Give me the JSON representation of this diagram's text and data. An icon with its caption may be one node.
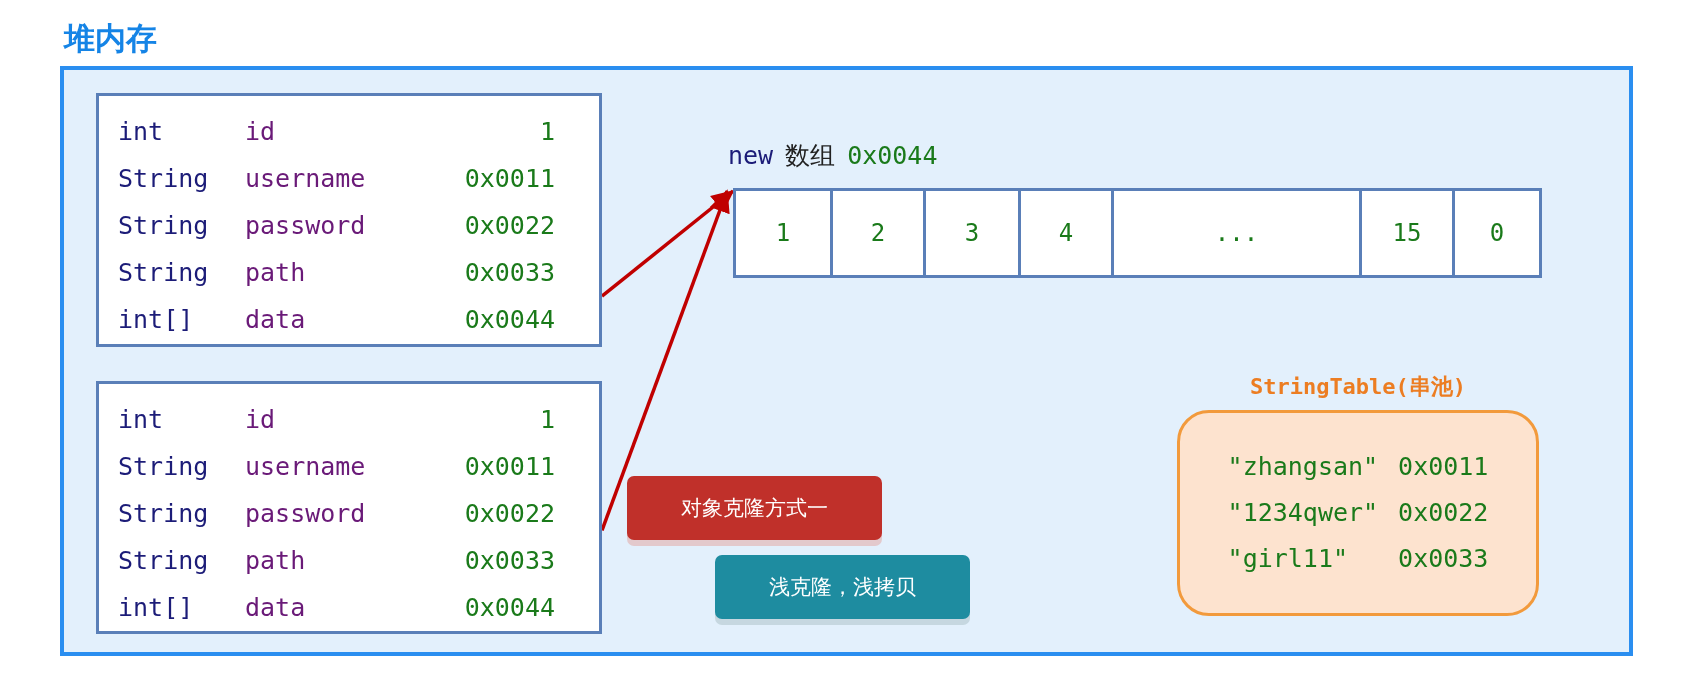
{
  "diagram": {
    "nodes": [
      {
        "text": [
          "堆内存"
        ]
      },
      {
        "text": [
          "int",
          "id",
          "1",
          "String",
          "username",
          "0x0011",
          "String",
          "password",
          "0x0022",
          "String",
          "path",
          "0x0033",
          "int[]",
          "data",
          "0x0044"
        ],
        "in": 0
      },
      {
        "text": [
          "int",
          "id",
          "1",
          "String",
          "username",
          "0x0011",
          "String",
          "password",
          "0x0022",
          "String",
          "path",
          "0x0033",
          "int[]",
          "data",
          "0x0044"
        ],
        "in": 0
      },
      {
        "text": [
          "1",
          "2",
          "3",
          "4",
          "...",
          "15",
          "0"
        ],
        "beside": [
          "new",
          "数组",
          "0x0044"
        ],
        "in": 0
      },
      {
        "text": [
          "对象克隆方式一"
        ],
        "in": 0
      },
      {
        "text": [
          "浅克隆，浅拷贝"
        ],
        "in": 0
      },
      {
        "text": [
          "StringTable(串池)",
          "\"zhangsan\"",
          "0x0011",
          "\"1234qwer\"",
          "0x0022",
          "\"girl11\"",
          "0x0033"
        ],
        "in": 0
      }
    ],
    "edges": [
      {
        "from": 1,
        "to": 3,
        "arrow": "to"
      },
      {
        "from": 2,
        "to": 3,
        "arrow": "to"
      }
    ]
  }
}
